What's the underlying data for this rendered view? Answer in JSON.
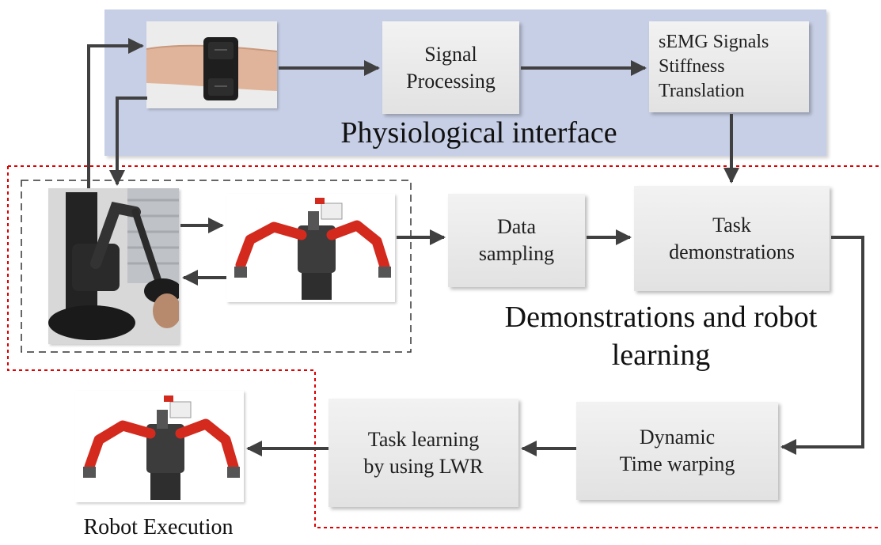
{
  "physiological": {
    "title": "Physiological interface",
    "signal_processing": "Signal\nProcessing",
    "semg": "sEMG  Signals\nStiffness\nTranslation"
  },
  "demonstrations": {
    "title": "Demonstrations and robot\nlearning",
    "data_sampling": "Data\nsampling",
    "task_demonstrations": "Task\ndemonstrations"
  },
  "execution": {
    "dtw": "Dynamic\nTime warping",
    "task_learning": "Task learning\nby using LWR",
    "robot_execution_label": "Robot Execution"
  },
  "colors": {
    "panel_fill": "#c7cfe6",
    "box_fill": "#e8e8e8",
    "arrow": "#404040",
    "dotted_boundary": "#e00000",
    "dashed_boundary": "#333333",
    "robot_arm": "#d42a1e"
  },
  "icons": {
    "armband_photo": "forearm-with-armband-image",
    "haptic_device_photo": "haptic-device-image",
    "robot_photo": "baxter-robot-image"
  }
}
